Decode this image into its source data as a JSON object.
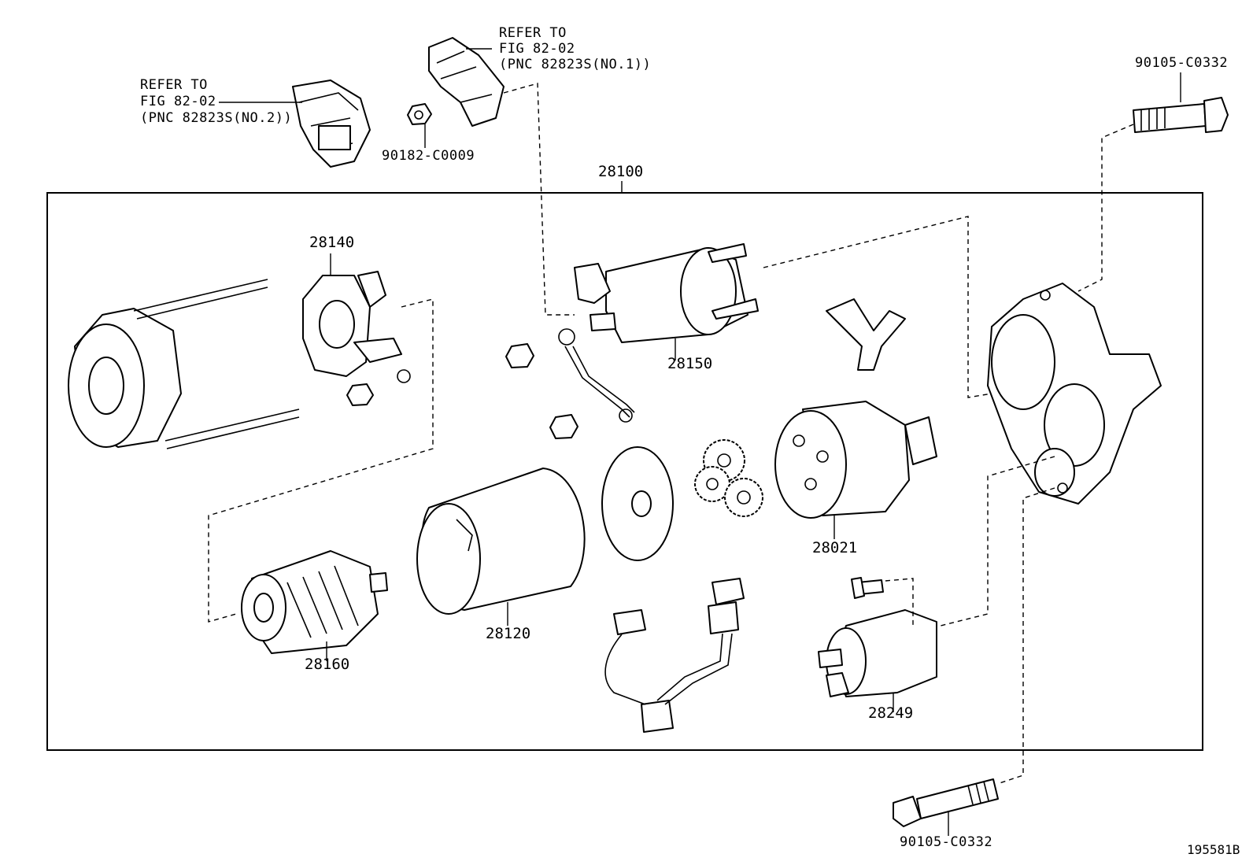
{
  "labels": {
    "assembly": "28100",
    "brush_holder": "28140",
    "solenoid": "28150",
    "drive_clutch": "28021",
    "yoke": "28120",
    "armature": "28160",
    "switch": "28249",
    "bolt_top": "90105-C0332",
    "bolt_bottom": "90105-C0332",
    "nut": "90182-C0009",
    "ref_no1": [
      "REFER TO",
      "FIG 82-02",
      "(PNC 82823S(NO.1))"
    ],
    "ref_no2": [
      "REFER TO",
      "FIG 82-02",
      "(PNC 82823S(NO.2))"
    ]
  },
  "figure_code": "195581B"
}
